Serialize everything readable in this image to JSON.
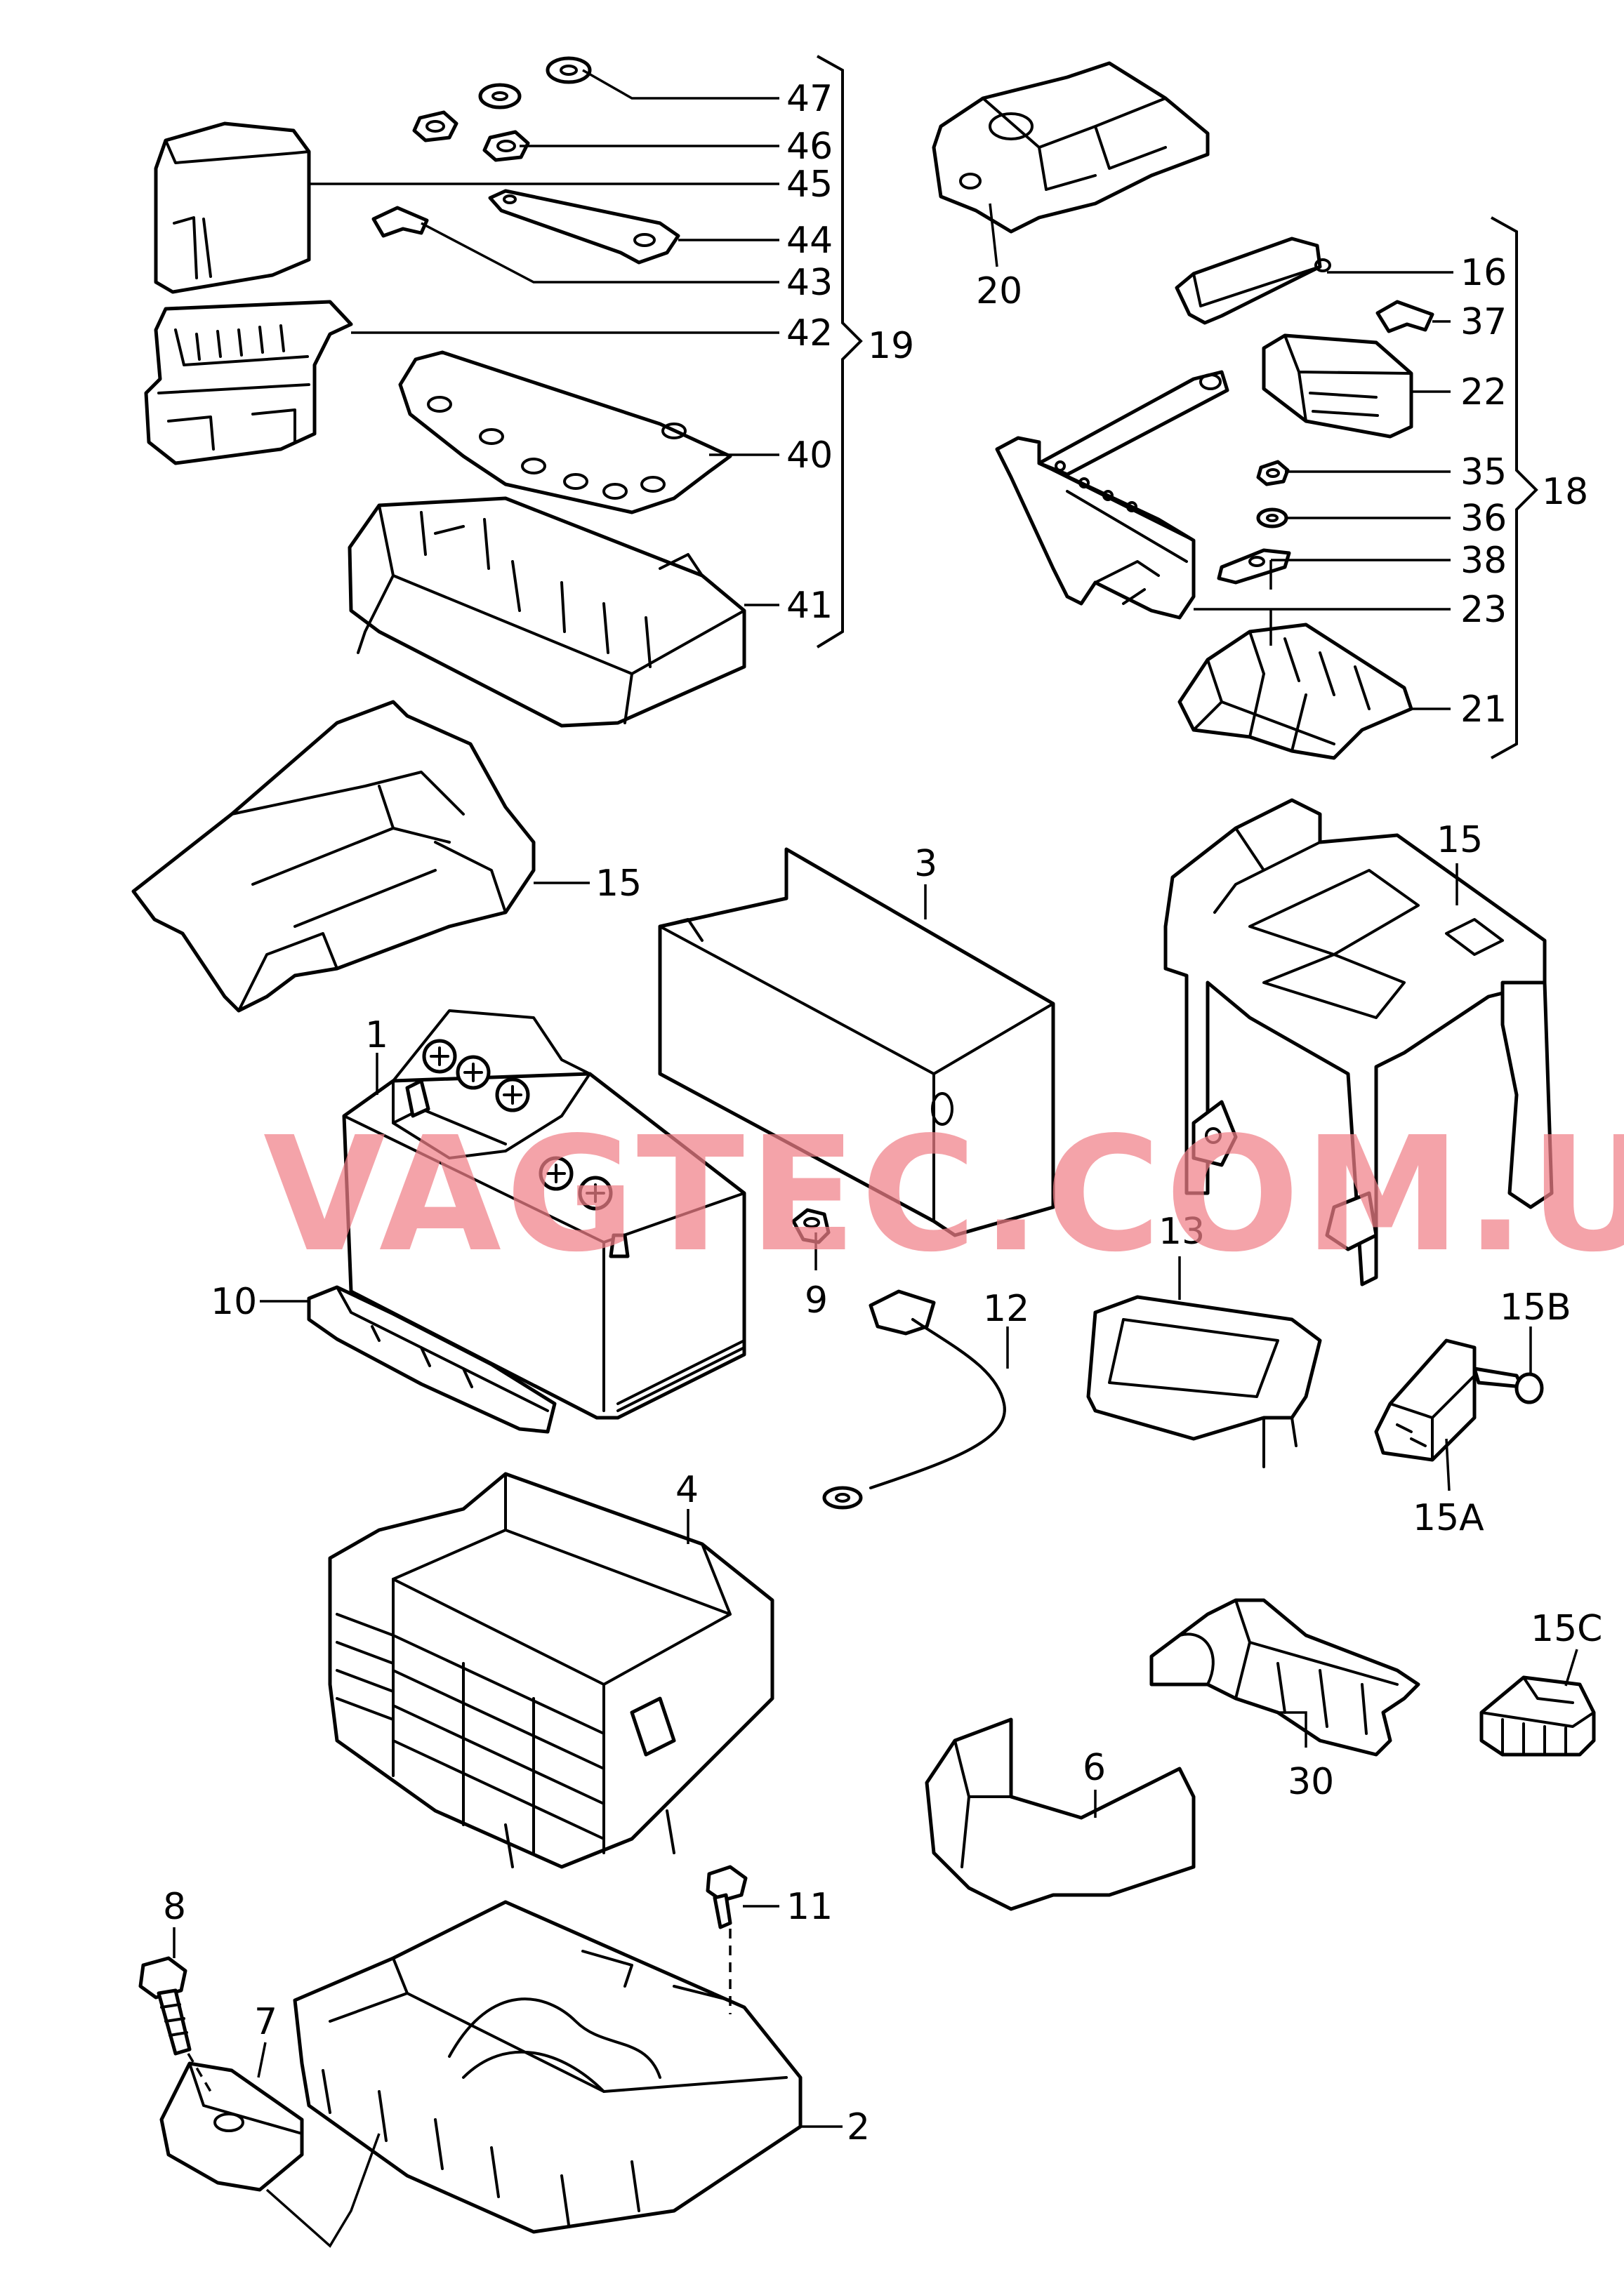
{
  "watermark": {
    "text": "VAGTEC.COM.UA",
    "color": "#f08088"
  },
  "callouts": {
    "c1": "1",
    "c2": "2",
    "c3": "3",
    "c4": "4",
    "c6": "6",
    "c7": "7",
    "c8": "8",
    "c9": "9",
    "c10": "10",
    "c11": "11",
    "c12": "12",
    "c13": "13",
    "c15_top_left": "15",
    "c15_top_right": "15",
    "c15a": "15A",
    "c15b": "15B",
    "c15c": "15C",
    "c16": "16",
    "c18": "18",
    "c19": "19",
    "c20": "20",
    "c21": "21",
    "c22": "22",
    "c23": "23",
    "c30": "30",
    "c35": "35",
    "c36": "36",
    "c37": "37",
    "c38": "38",
    "c40": "40",
    "c41": "41",
    "c42": "42",
    "c43": "43",
    "c44": "44",
    "c45": "45",
    "c46": "46",
    "c47": "47"
  }
}
